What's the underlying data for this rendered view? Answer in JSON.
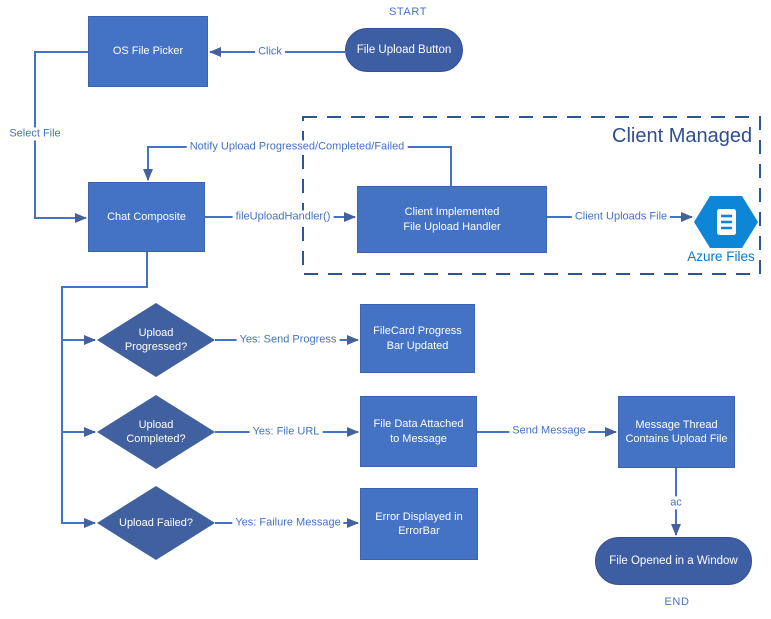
{
  "palette": {
    "canvas_bg": "#FFFFFF",
    "node_fill": "#4472C4",
    "node_border": "#3C63B0",
    "diamond_fill": "#41609F",
    "pill_fill": "#3E5EA4",
    "connector": "#4472C4",
    "arrowhead": "#44619E",
    "connector_label_text": "#4472C4",
    "dashed_region_border": "#2F5597",
    "region_title_text": "#2E4E8E",
    "azure_hexagon": "#0E86D8",
    "azure_label_text": "#0078D4"
  },
  "terminals": {
    "start": "START",
    "end": "END"
  },
  "region": {
    "title": "Client Managed"
  },
  "nodes": {
    "file_upload_button": {
      "lines": [
        "File Upload Button"
      ]
    },
    "os_file_picker": {
      "lines": [
        "OS File Picker"
      ]
    },
    "chat_composite": {
      "lines": [
        "Chat Composite"
      ]
    },
    "client_handler": {
      "lines": [
        "Client Implemented",
        "File Upload Handler"
      ]
    },
    "azure_files": {
      "label": "Azure Files",
      "icon": "azure-files-hexagon-document-icon"
    },
    "upload_progressed": {
      "lines": [
        "Upload",
        "Progressed?"
      ]
    },
    "upload_completed": {
      "lines": [
        "Upload",
        "Completed?"
      ]
    },
    "upload_failed": {
      "lines": [
        "Upload Failed?"
      ]
    },
    "filecard_progress": {
      "lines": [
        "FileCard Progress",
        "Bar Updated"
      ]
    },
    "file_data": {
      "lines": [
        "File Data Attached",
        "to Message"
      ]
    },
    "message_thread": {
      "lines": [
        "Message Thread",
        "Contains Upload File"
      ]
    },
    "error_displayed": {
      "lines": [
        "Error Displayed in",
        "ErrorBar"
      ]
    },
    "file_opened": {
      "lines": [
        "File Opened in a Window"
      ]
    }
  },
  "connectors": {
    "click": "Click",
    "select_file": "Select File",
    "notify": "Notify Upload Progressed/Completed/Failed",
    "file_upload_handler": "fileUploadHandler()",
    "client_uploads_file": "Client Uploads File",
    "yes_send_progress": "Yes: Send Progress",
    "yes_file_url": "Yes: File URL",
    "send_message": "Send Message",
    "yes_failure_message": "Yes: Failure Message",
    "ac": "ac"
  }
}
